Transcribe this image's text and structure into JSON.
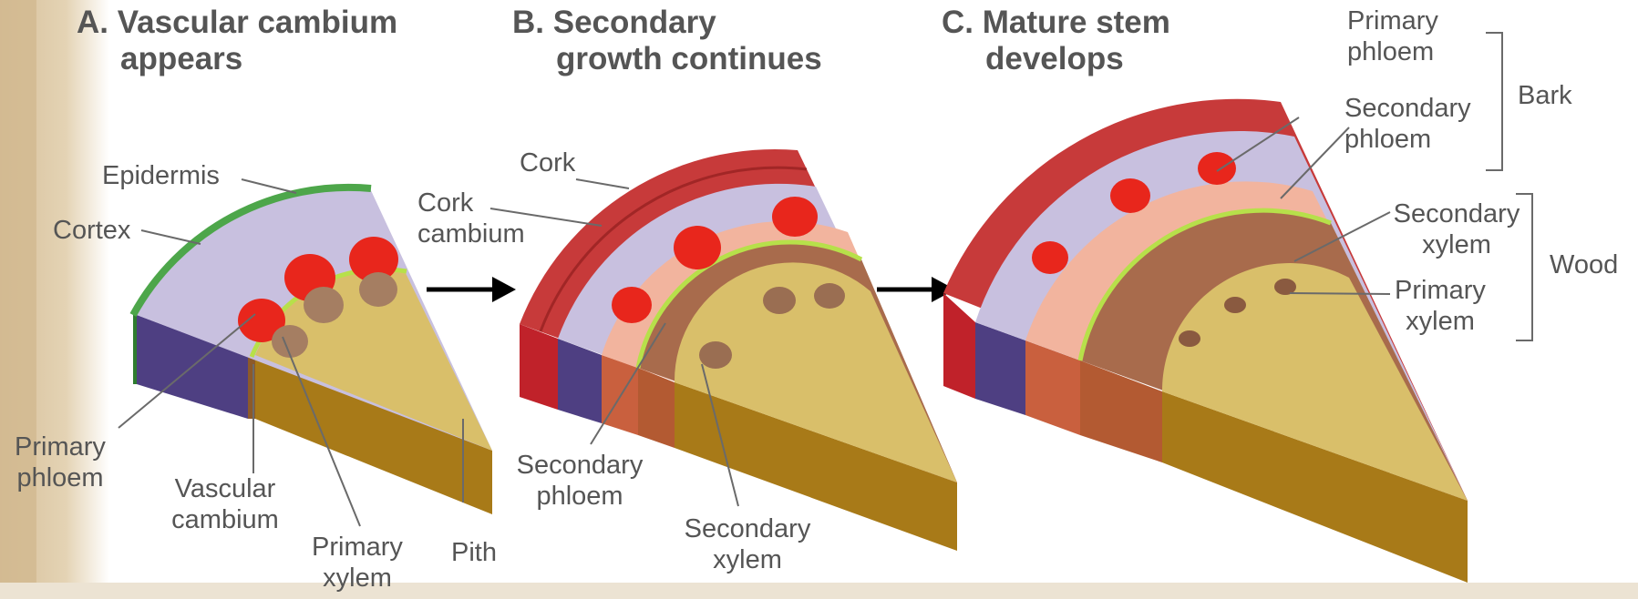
{
  "panels": [
    {
      "title_line1": "A. Vascular cambium",
      "title_line2": "appears"
    },
    {
      "title_line1": "B. Secondary",
      "title_line2": "growth continues"
    },
    {
      "title_line1": "C. Mature stem",
      "title_line2": "develops"
    }
  ],
  "labels": {
    "a_epidermis": "Epidermis",
    "a_cortex": "Cortex",
    "a_primary_phloem_1": "Primary",
    "a_primary_phloem_2": "phloem",
    "a_vascular_cambium_1": "Vascular",
    "a_vascular_cambium_2": "cambium",
    "a_primary_xylem_1": "Primary",
    "a_primary_xylem_2": "xylem",
    "a_pith": "Pith",
    "b_cork": "Cork",
    "b_cork_cambium_1": "Cork",
    "b_cork_cambium_2": "cambium",
    "b_secondary_phloem_1": "Secondary",
    "b_secondary_phloem_2": "phloem",
    "b_secondary_xylem_1": "Secondary",
    "b_secondary_xylem_2": "xylem",
    "c_primary_phloem_1": "Primary",
    "c_primary_phloem_2": "phloem",
    "c_secondary_phloem_1": "Secondary",
    "c_secondary_phloem_2": "phloem",
    "c_secondary_xylem_1": "Secondary",
    "c_secondary_xylem_2": "xylem",
    "c_primary_xylem_1": "Primary",
    "c_primary_xylem_2": "xylem",
    "c_bark": "Bark",
    "c_wood": "Wood"
  },
  "colors": {
    "parchment": "#d9c3a0",
    "epidermis": "#4da64a",
    "cortex": "#c8c0df",
    "cortex_side": "#5a4b8a",
    "primary_phloem": "#e8261c",
    "primary_xylem": "#a57e62",
    "pith": "#d9bf6a",
    "pith_side": "#a87a18",
    "vascular_cambium": "#b7e04a",
    "cork": "#c73a3a",
    "secondary_phloem": "#f2b49e",
    "secondary_xylem": "#a86b4c",
    "label_text": "#555555",
    "arrow": "#000000"
  }
}
